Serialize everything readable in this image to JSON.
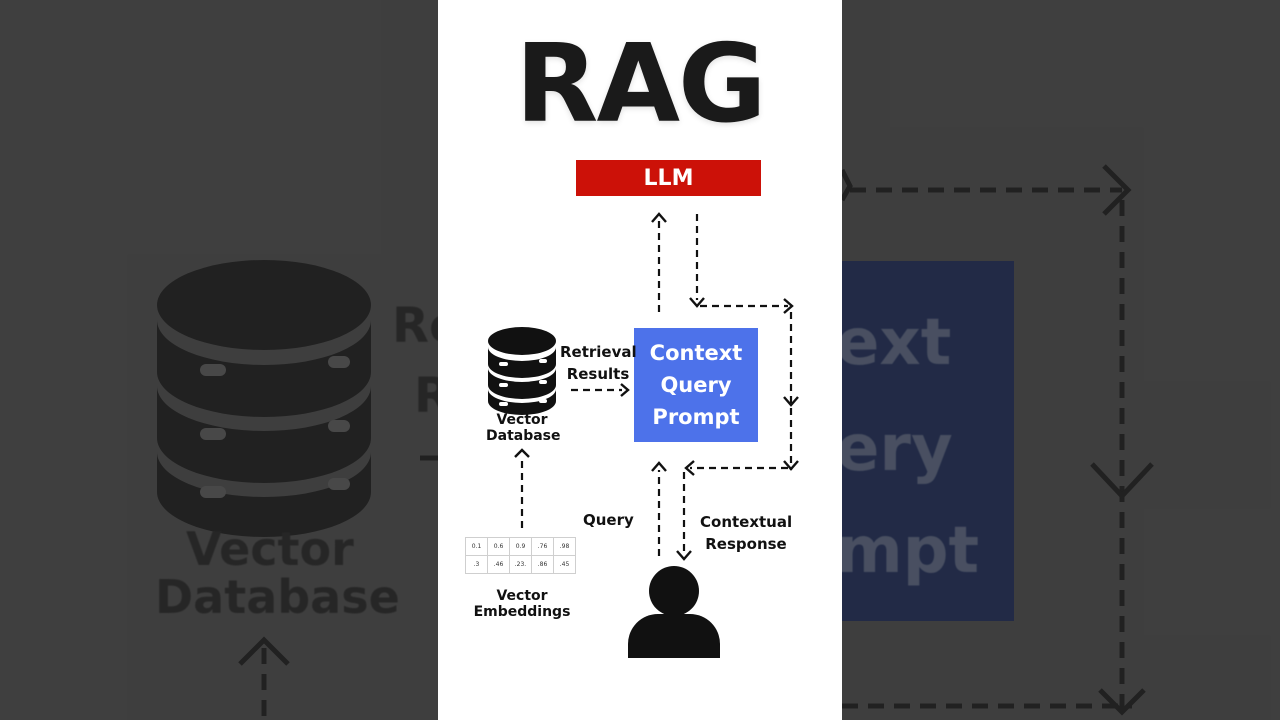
{
  "title": "RAG",
  "llm": {
    "label": "LLM",
    "color": "#cc1108"
  },
  "prompt_box": {
    "lines": [
      "Context",
      "Query",
      "Prompt"
    ],
    "color": "#4d72ea"
  },
  "vector_db": {
    "line1": "Vector",
    "line2": "Database"
  },
  "retrieval": {
    "line1": "Retrieval",
    "line2": "Results"
  },
  "query": {
    "label": "Query"
  },
  "contextual_response": {
    "line1": "Contextual",
    "line2": "Response"
  },
  "embeddings": {
    "line1": "Vector",
    "line2": "Embeddings",
    "rows": [
      [
        "0.1",
        "0.6",
        "0.9",
        ".76",
        ".98"
      ],
      [
        ".3",
        ".46",
        ".23.",
        ".86",
        ".45"
      ]
    ]
  },
  "background": {
    "left_partial_1": "Re",
    "left_partial_2": "R",
    "left_db_line1": "Vector",
    "left_db_line2": "Database",
    "right_partial_1": "ext",
    "right_partial_2": "ery",
    "right_partial_3": "mpt"
  }
}
